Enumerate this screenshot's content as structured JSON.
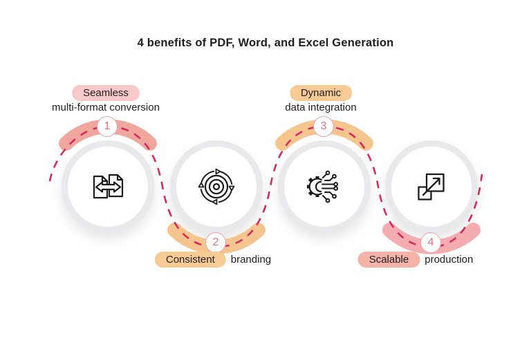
{
  "title": "4 benefits of PDF, Word, and Excel Generation",
  "colors": {
    "dash": "#D9295B",
    "badge_border": "#F2A0AA",
    "badge_text": "#E4717E",
    "circle_ring": "#E9E9EC",
    "text": "#1E1E1E"
  },
  "steps": [
    {
      "number": "1",
      "highlight": "Seamless",
      "rest": "multi-format conversion",
      "label_position": "top",
      "pill_color": "#F9C9CA",
      "arc_color": "#F1A69D",
      "icon": "format-conversion-icon"
    },
    {
      "number": "2",
      "highlight": "Consistent",
      "rest": "branding",
      "label_position": "bottom",
      "pill_color": "#F8CB95",
      "arc_color": "#F6C48F",
      "icon": "branding-target-icon"
    },
    {
      "number": "3",
      "highlight": "Dynamic",
      "rest": "data integration",
      "label_position": "top",
      "pill_color": "#F8CB95",
      "arc_color": "#F6C48F",
      "icon": "data-integration-icon"
    },
    {
      "number": "4",
      "highlight": "Scalable",
      "rest": "production",
      "label_position": "bottom",
      "pill_color": "#F5B2A8",
      "arc_color": "#F4ACAE",
      "icon": "scale-up-icon"
    }
  ]
}
